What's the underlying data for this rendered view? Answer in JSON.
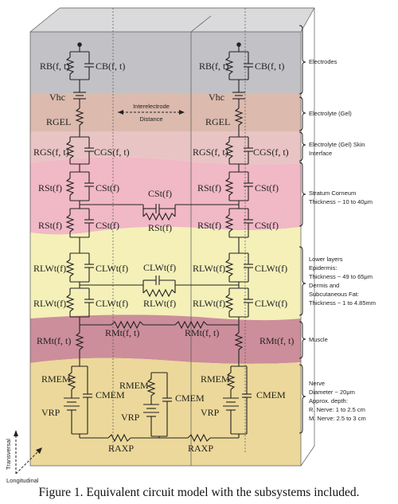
{
  "caption": "Figure 1. Equivalent circuit model with the subsystems included.",
  "colors": {
    "electrodes": "#c2c2c6",
    "electrolyte": "#dcbaae",
    "interface": "#e9c4c4",
    "stratum": "#f1b8c6",
    "lower": "#f4f0b8",
    "muscle": "#cc8e9a",
    "nerve": "#ecd89a"
  },
  "annotations": {
    "interelectrode_line1": "Interelectrode",
    "interelectrode_line2": "Distance",
    "transversal": "Transversal",
    "longitudinal": "Longitudinal"
  },
  "layers": [
    {
      "key": "electrodes",
      "lines": [
        "Electrodes"
      ]
    },
    {
      "key": "electrolyte",
      "lines": [
        "Electrolyte (Gel)"
      ]
    },
    {
      "key": "interface",
      "lines": [
        "Electrolyte (Gel) Skin",
        "Interface"
      ]
    },
    {
      "key": "stratum",
      "lines": [
        "Stratum Corneum",
        "Thickness ~ 10 to 40μm"
      ]
    },
    {
      "key": "lower",
      "lines": [
        "Lower layers",
        "Epidermis:",
        "Thickness ~ 49 to 65μm",
        "Dermis and",
        "Subcutaneous Fat:",
        "Thickness ~ 1 to 4.85mm"
      ]
    },
    {
      "key": "muscle",
      "lines": [
        "Muscle"
      ]
    },
    {
      "key": "nerve",
      "lines": [
        "Nerve",
        "Diameter ~ 20μm",
        "Approx. depth:",
        "R. Nerve: 1 to 2.5 cm",
        "M. Nerve: 2.5 to 3 cm"
      ]
    }
  ],
  "components": {
    "rb": "RB(f, t)",
    "cb": "CB(f, t)",
    "vhc": "Vhc",
    "rgel": "RGEL",
    "rgs": "RGS(f, t)",
    "cgs": "CGS(f, t)",
    "rst": "RSt(f)",
    "cst": "CSt(f)",
    "rlw": "RLWt(f)",
    "clw": "CLWt(f)",
    "rm": "RMt(f, t)",
    "rmem": "RMEM",
    "cmem": "CMEM",
    "vrp": "VRP",
    "raxp": "RAXP"
  }
}
